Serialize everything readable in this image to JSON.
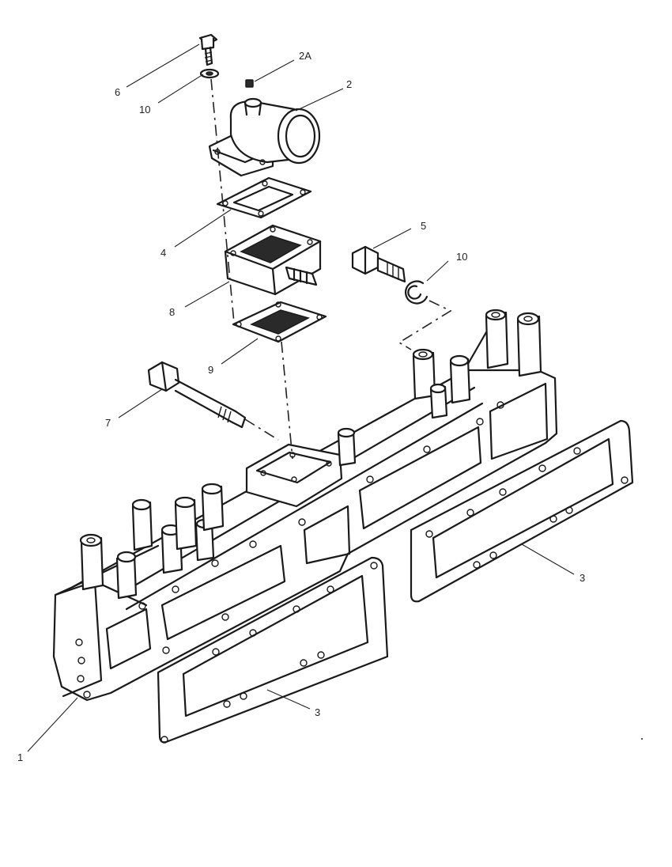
{
  "diagram": {
    "callouts": {
      "c1": "1",
      "c2": "2",
      "c2a": "2A",
      "c3a": "3",
      "c3b": "3",
      "c4": "4",
      "c5": "5",
      "c6": "6",
      "c7": "7",
      "c8": "8",
      "c9": "9",
      "c10a": "10",
      "c10b": "10"
    }
  }
}
